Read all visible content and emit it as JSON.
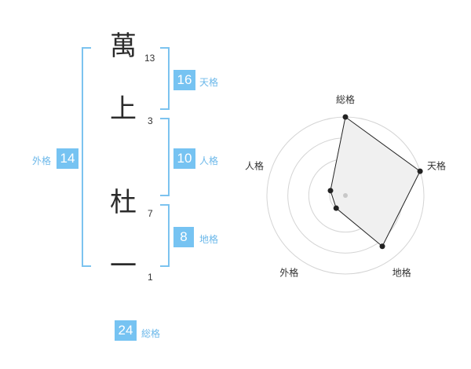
{
  "name_chars": [
    {
      "char": "萬",
      "strokes": "13"
    },
    {
      "char": "上",
      "strokes": "3"
    },
    {
      "char": "杜",
      "strokes": "7"
    },
    {
      "char": "一",
      "strokes": "1"
    }
  ],
  "scores": {
    "tenkaku": {
      "value": "16",
      "label": "天格"
    },
    "jinkaku": {
      "value": "10",
      "label": "人格"
    },
    "chikaku": {
      "value": "8",
      "label": "地格"
    },
    "gaikaku": {
      "value": "14",
      "label": "外格"
    },
    "soukaku": {
      "value": "24",
      "label": "総格"
    }
  },
  "colors": {
    "accent": "#76c3f2",
    "bracket": "#7cc3ef",
    "radar_fill": "#f0f0f0"
  },
  "chart_data": {
    "type": "radar",
    "axes": [
      "総格",
      "天格",
      "地格",
      "外格",
      "人格"
    ],
    "values": [
      5,
      5,
      4,
      1,
      1
    ],
    "max": 5,
    "rings": 4,
    "grid": true
  }
}
